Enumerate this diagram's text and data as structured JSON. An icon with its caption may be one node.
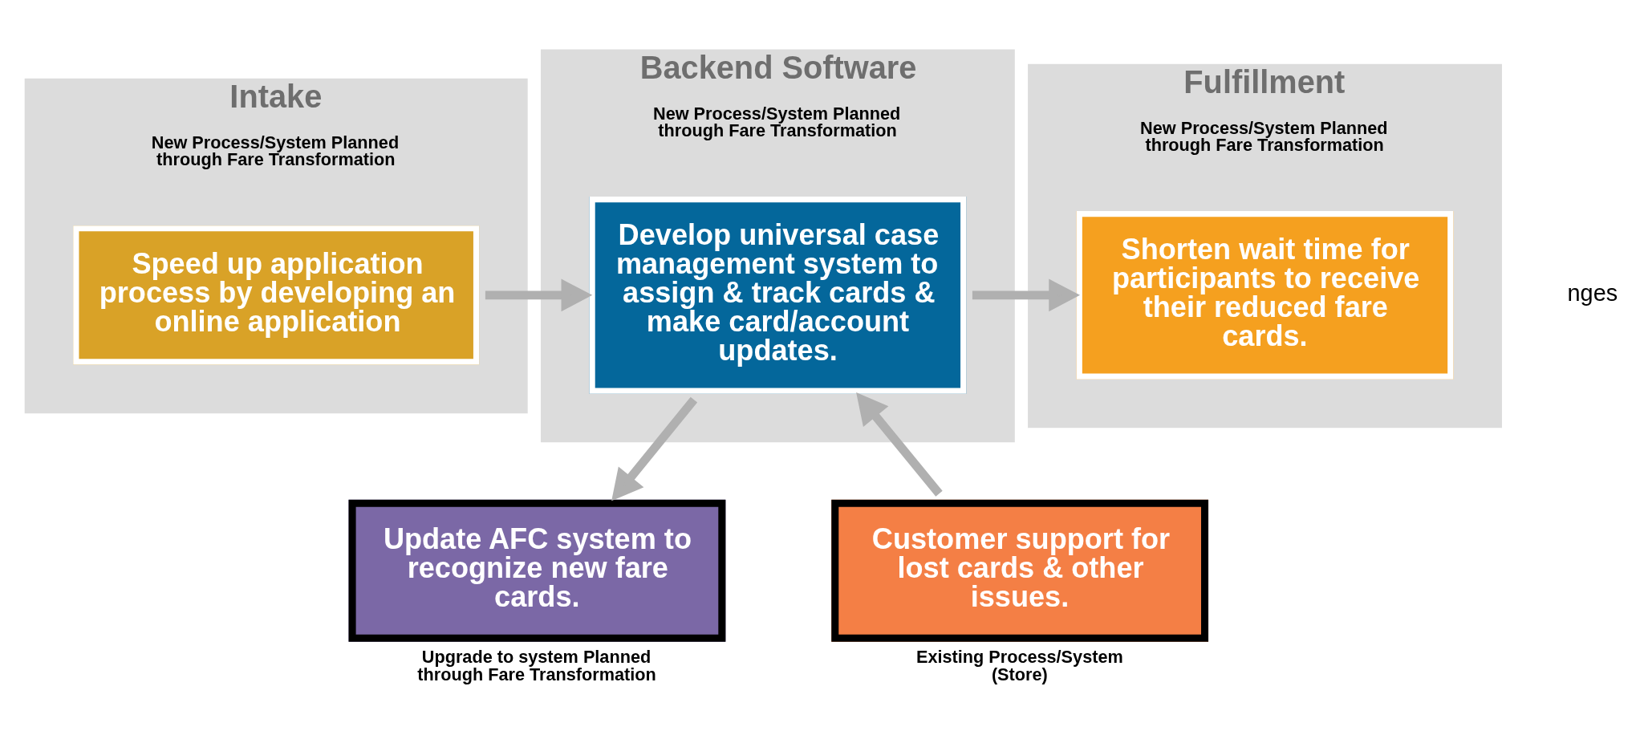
{
  "diagram": {
    "nodes": [
      {
        "text": [
          "Intake",
          "New Process/System Planned through Fare Transformation"
        ]
      },
      {
        "text": [
          "Speed up application process by developing an online application"
        ],
        "in": 0
      },
      {
        "text": [
          "Backend Software",
          "New Process/System Planned through Fare Transformation"
        ]
      },
      {
        "text": [
          "Develop universal case management system to assign & track cards & make card/account updates."
        ],
        "in": 2
      },
      {
        "text": [
          "Fulfillment",
          "New Process/System Planned through Fare Transformation"
        ]
      },
      {
        "text": [
          "Shorten wait time for participants to receive their reduced fare cards."
        ],
        "in": 4
      },
      {
        "text": [
          "Update AFC system to recognize new fare cards."
        ],
        "beside": [
          "Upgrade to system Planned through Fare Transformation"
        ]
      },
      {
        "text": [
          "Customer support for lost cards & other issues."
        ],
        "beside": [
          "Existing Process/System (Store)"
        ]
      }
    ],
    "edges": [
      {
        "from": 1,
        "to": 3,
        "arrow": "to"
      },
      {
        "from": 3,
        "to": 5,
        "arrow": "to"
      },
      {
        "from": 3,
        "to": 6,
        "arrow": "to"
      },
      {
        "from": 7,
        "to": 3,
        "arrow": "to"
      }
    ],
    "labels": [
      "nges"
    ]
  }
}
